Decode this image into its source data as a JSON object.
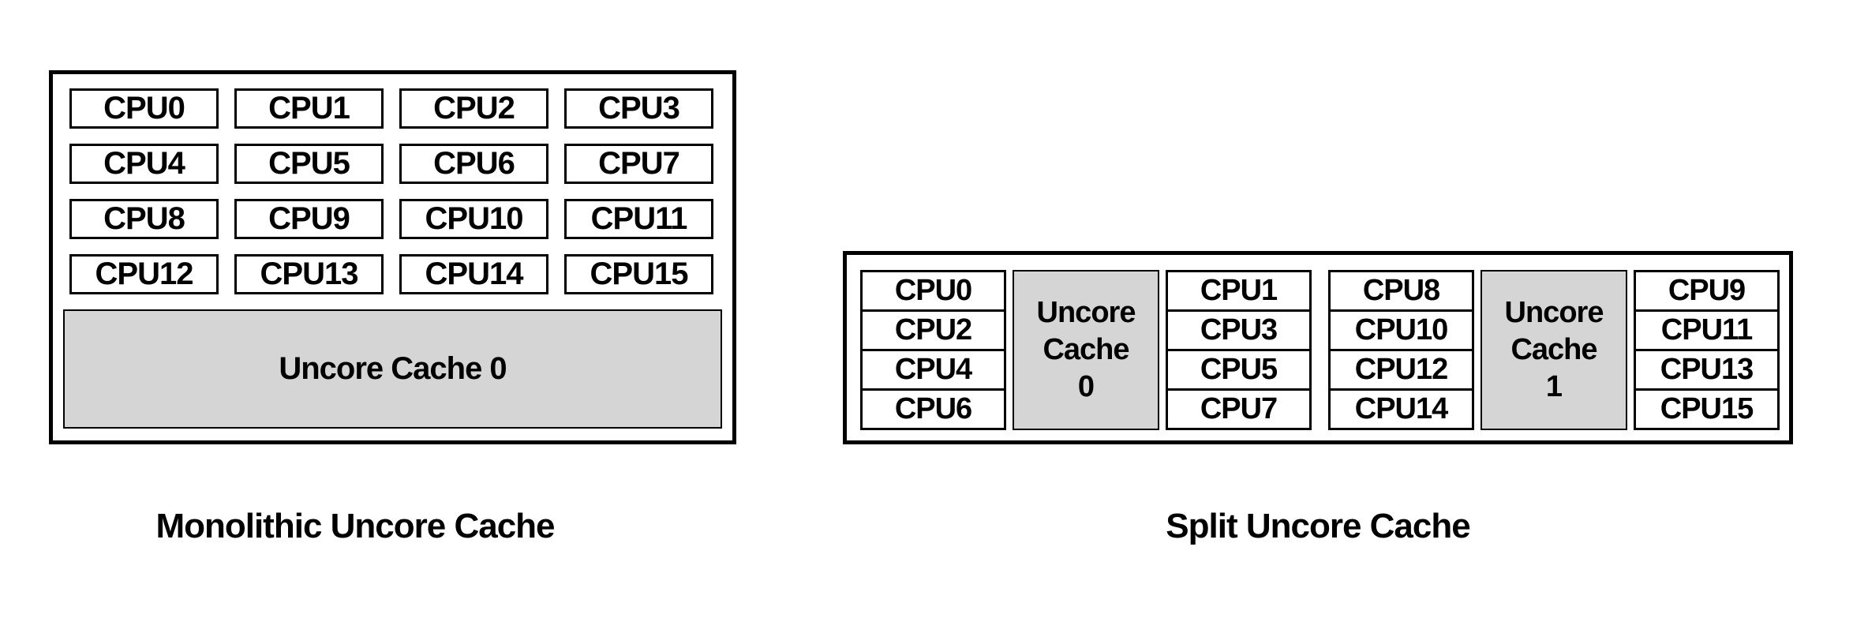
{
  "colors": {
    "background": "#ffffff",
    "border": "#000000",
    "cache_fill": "#d5d5d5",
    "text": "#000000"
  },
  "monolithic": {
    "caption": "Monolithic Uncore Cache",
    "cache_label": "Uncore Cache 0",
    "cpus": [
      "CPU0",
      "CPU1",
      "CPU2",
      "CPU3",
      "CPU4",
      "CPU5",
      "CPU6",
      "CPU7",
      "CPU8",
      "CPU9",
      "CPU10",
      "CPU11",
      "CPU12",
      "CPU13",
      "CPU14",
      "CPU15"
    ]
  },
  "split": {
    "caption": "Split Uncore Cache",
    "groups": [
      {
        "left_cpus": [
          "CPU0",
          "CPU2",
          "CPU4",
          "CPU6"
        ],
        "cache": [
          "Uncore",
          "Cache",
          "0"
        ],
        "right_cpus": [
          "CPU1",
          "CPU3",
          "CPU5",
          "CPU7"
        ]
      },
      {
        "left_cpus": [
          "CPU8",
          "CPU10",
          "CPU12",
          "CPU14"
        ],
        "cache": [
          "Uncore",
          "Cache",
          "1"
        ],
        "right_cpus": [
          "CPU9",
          "CPU11",
          "CPU13",
          "CPU15"
        ]
      }
    ]
  }
}
